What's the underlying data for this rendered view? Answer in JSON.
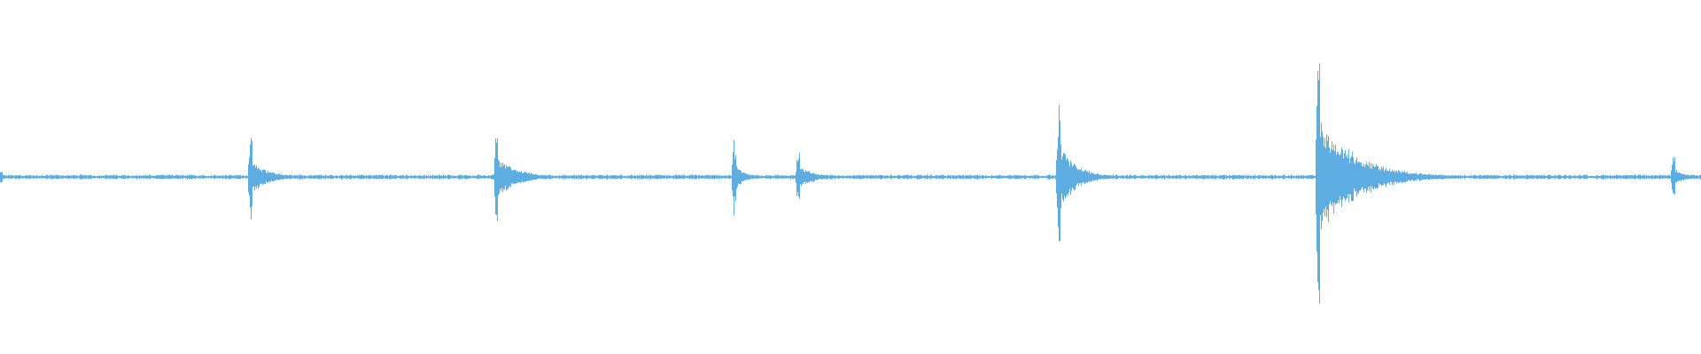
{
  "waveform": {
    "color": "#5dade2",
    "background": "#ffffff",
    "duration_fraction_events": [
      {
        "t": 0.0,
        "peak": 0.05,
        "decay": 0.006
      },
      {
        "t": 0.1468,
        "peak": 0.32,
        "decay": 0.01
      },
      {
        "t": 0.2914,
        "peak": 0.38,
        "decay": 0.012
      },
      {
        "t": 0.4311,
        "peak": 0.28,
        "decay": 0.005
      },
      {
        "t": 0.4687,
        "peak": 0.2,
        "decay": 0.01
      },
      {
        "t": 0.622,
        "peak": 0.62,
        "decay": 0.01
      },
      {
        "t": 0.7745,
        "peak": 1.0,
        "decay": 0.022
      },
      {
        "t": 0.9834,
        "peak": 0.18,
        "decay": 0.006
      }
    ],
    "noise_floor": 0.012
  }
}
